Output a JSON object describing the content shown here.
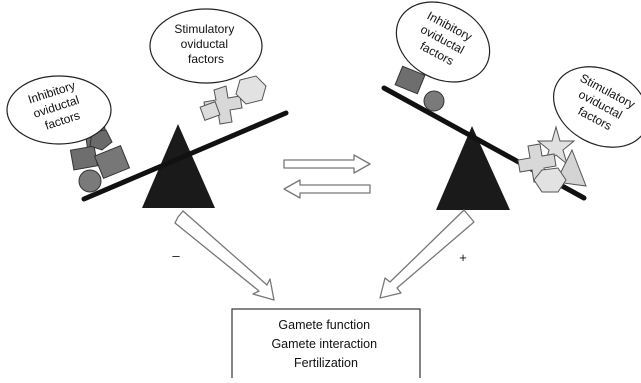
{
  "left_balance": {
    "low_side_label": [
      "Inhibitory",
      "oviductal",
      "factors"
    ],
    "high_side_label": [
      "Stimulatory",
      "oviductal",
      "factors"
    ],
    "effect_sign": "–"
  },
  "right_balance": {
    "high_side_label": [
      "Inhibitory",
      "oviductal",
      "factors"
    ],
    "low_side_label": [
      "Stimulatory",
      "oviductal",
      "factors"
    ],
    "effect_sign": "+"
  },
  "outcome_box": {
    "lines": [
      "Gamete function",
      "Gamete interaction",
      "Fertilization"
    ]
  },
  "colors": {
    "fulcrum": "#1a1a1a",
    "beam": "#111111",
    "inhibitory_shapes": "#6e6e6e",
    "stimulatory_shapes": "#d8d8d8",
    "arrow_fill": "#ffffff",
    "arrow_stroke": "#777777"
  }
}
